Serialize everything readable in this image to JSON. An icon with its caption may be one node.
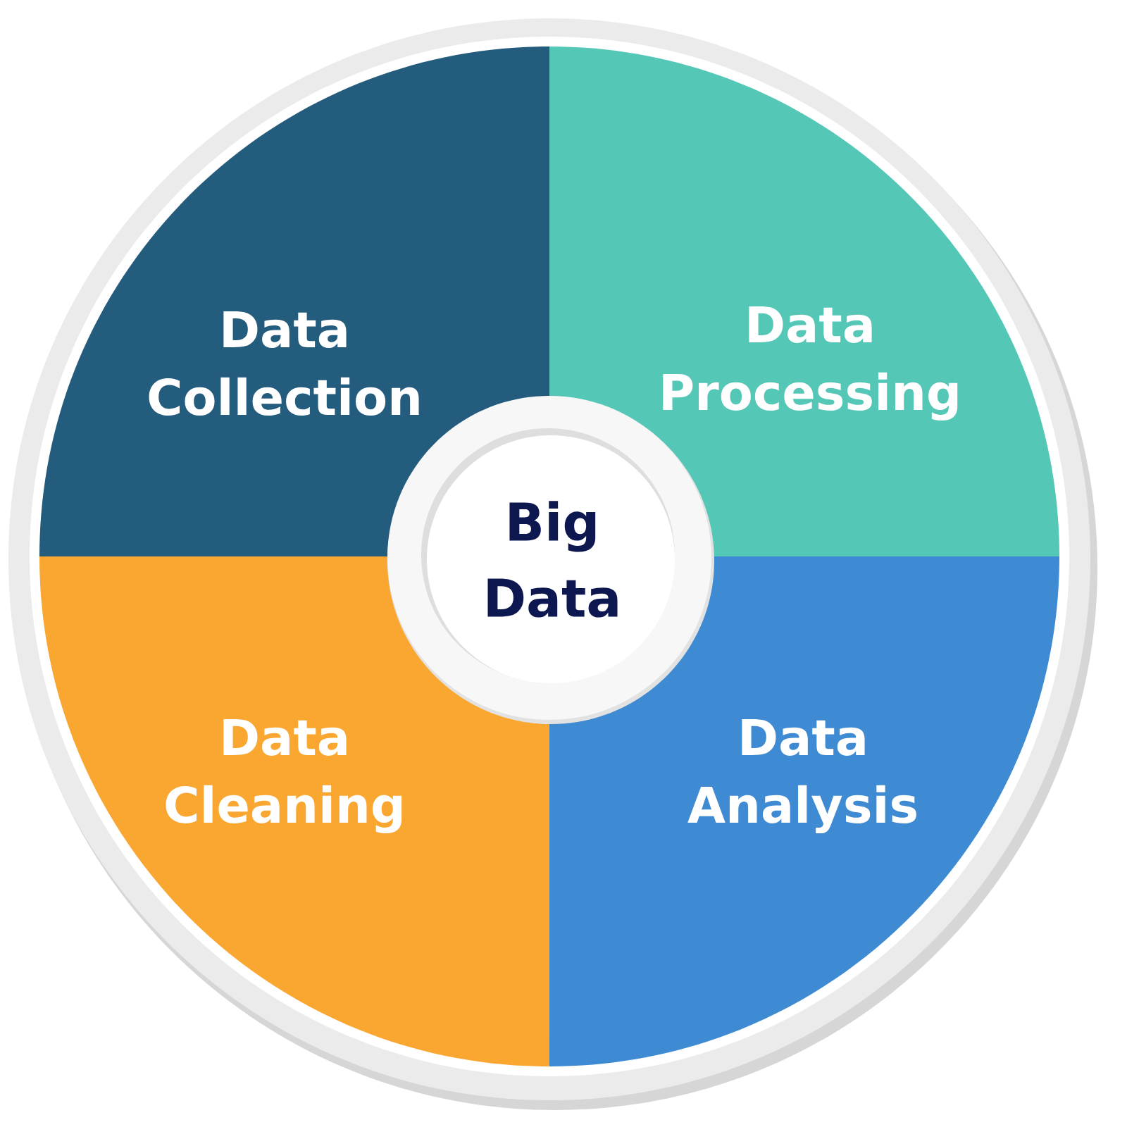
{
  "diagram": {
    "nodes": [
      {
        "text": [
          "Data Collection"
        ]
      },
      {
        "text": [
          "Data Processing"
        ]
      },
      {
        "text": [
          "Big Data"
        ]
      },
      {
        "text": [
          "Data Cleaning"
        ]
      },
      {
        "text": [
          "Data Analysis"
        ]
      }
    ]
  }
}
